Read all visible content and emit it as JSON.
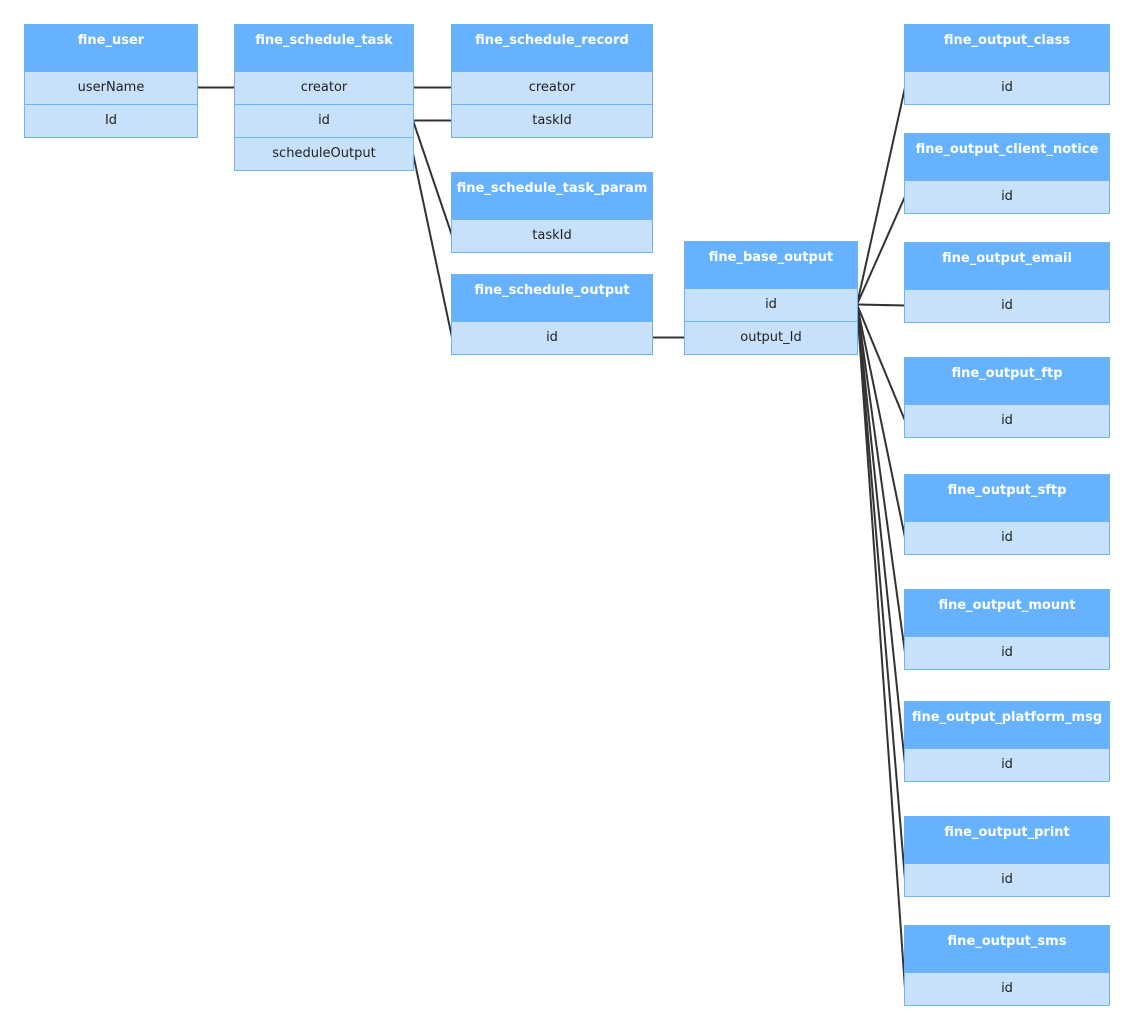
{
  "tables": {
    "fine_user": {
      "title": "fine_user",
      "fields": [
        "userName",
        "Id"
      ]
    },
    "fine_schedule_task": {
      "title": "fine_schedule_task",
      "fields": [
        "creator",
        "id",
        "scheduleOutput"
      ]
    },
    "fine_schedule_record": {
      "title": "fine_schedule_record",
      "fields": [
        "creator",
        "taskId"
      ]
    },
    "fine_schedule_task_param": {
      "title": "fine_schedule_task_param",
      "fields": [
        "taskId"
      ]
    },
    "fine_schedule_output": {
      "title": "fine_schedule_output",
      "fields": [
        "id"
      ]
    },
    "fine_base_output": {
      "title": "fine_base_output",
      "fields": [
        "id",
        "output_Id"
      ]
    },
    "fine_output_class": {
      "title": "fine_output_class",
      "fields": [
        "id"
      ]
    },
    "fine_output_client_notice": {
      "title": "fine_output_client_notice",
      "fields": [
        "id"
      ]
    },
    "fine_output_email": {
      "title": "fine_output_email",
      "fields": [
        "id"
      ]
    },
    "fine_output_ftp": {
      "title": "fine_output_ftp",
      "fields": [
        "id"
      ]
    },
    "fine_output_sftp": {
      "title": "fine_output_sftp",
      "fields": [
        "id"
      ]
    },
    "fine_output_mount": {
      "title": "fine_output_mount",
      "fields": [
        "id"
      ]
    },
    "fine_output_platform_msg": {
      "title": "fine_output_platform_msg",
      "fields": [
        "id"
      ]
    },
    "fine_output_print": {
      "title": "fine_output_print",
      "fields": [
        "id"
      ]
    },
    "fine_output_sms": {
      "title": "fine_output_sms",
      "fields": [
        "id"
      ]
    }
  },
  "relations": [
    {
      "from": "fine_user.userName",
      "to": "fine_schedule_task.creator"
    },
    {
      "from": "fine_schedule_task.creator",
      "to": "fine_schedule_record.creator"
    },
    {
      "from": "fine_schedule_task.id",
      "to": "fine_schedule_record.taskId"
    },
    {
      "from": "fine_schedule_task.id",
      "to": "fine_schedule_task_param.taskId"
    },
    {
      "from": "fine_schedule_task.scheduleOutput",
      "to": "fine_schedule_output.id"
    },
    {
      "from": "fine_schedule_output.id",
      "to": "fine_base_output.output_Id"
    },
    {
      "from": "fine_base_output.id",
      "to": "fine_output_class.id"
    },
    {
      "from": "fine_base_output.id",
      "to": "fine_output_client_notice.id"
    },
    {
      "from": "fine_base_output.id",
      "to": "fine_output_email.id"
    },
    {
      "from": "fine_base_output.id",
      "to": "fine_output_ftp.id"
    },
    {
      "from": "fine_base_output.id",
      "to": "fine_output_sftp.id"
    },
    {
      "from": "fine_base_output.id",
      "to": "fine_output_mount.id"
    },
    {
      "from": "fine_base_output.id",
      "to": "fine_output_platform_msg.id"
    },
    {
      "from": "fine_base_output.id",
      "to": "fine_output_print.id"
    },
    {
      "from": "fine_base_output.id",
      "to": "fine_output_sms.id"
    }
  ],
  "colors": {
    "header": "#66b2ff",
    "row": "#c8e1fb",
    "border": "#6eb3f7",
    "edge": "#333333"
  }
}
